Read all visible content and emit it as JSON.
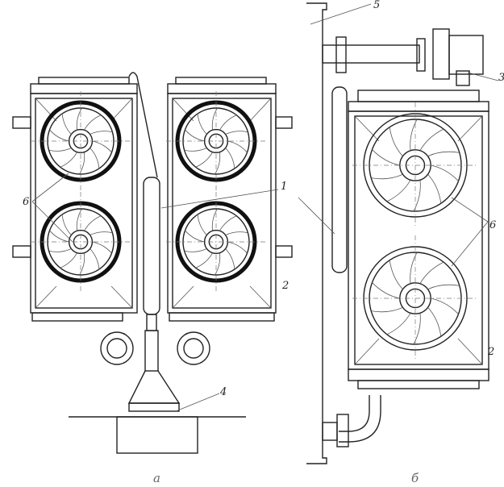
{
  "labels": {
    "pipe_1": "1",
    "frame_2": "2",
    "valve_3": "3",
    "support_4": "4",
    "wall_5": "5",
    "fans_6": "6"
  },
  "captions": {
    "view_a": "а",
    "view_b": "б"
  },
  "fans": {
    "view_a_count": 4,
    "view_b_count": 2
  }
}
